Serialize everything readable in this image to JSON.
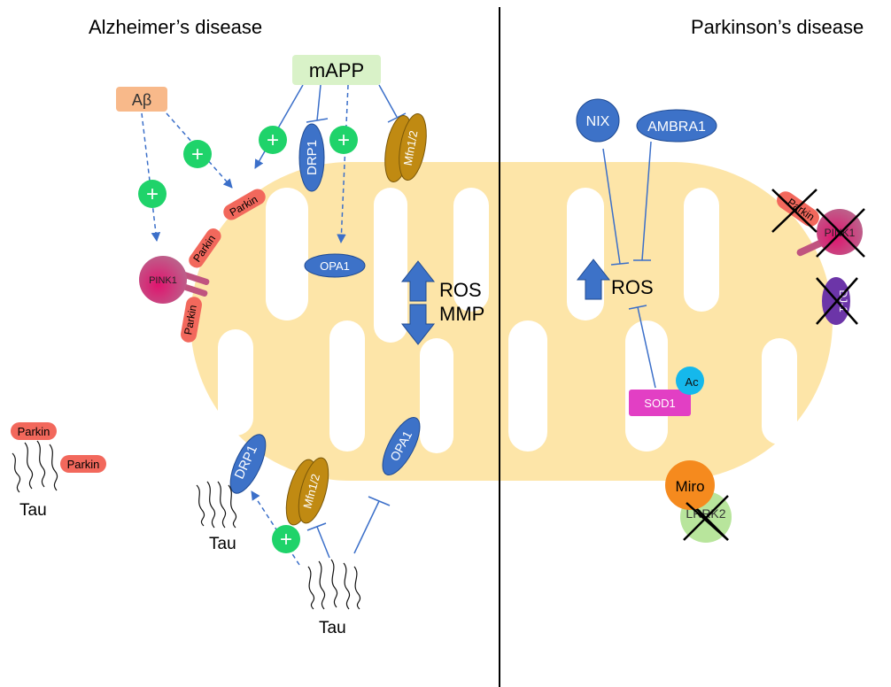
{
  "headings": {
    "left": "Alzheimer’s disease",
    "right": "Parkinson’s disease"
  },
  "alzheimers": {
    "mapp": "mAPP",
    "abeta": "Aβ",
    "plus": "+",
    "drp1": "DRP1",
    "mfn": "Mfn1/2",
    "opa1": "OPA1",
    "pink1": "PINK1",
    "parkin": "Parkin",
    "ros": "ROS",
    "mmp": "MMP",
    "tau": "Tau"
  },
  "parkinsons": {
    "nix": "NIX",
    "ambra1": "AMBRA1",
    "ros": "ROS",
    "sod1": "SOD1",
    "ac": "Ac",
    "miro": "Miro",
    "lrrk2": "LRRK2",
    "pink1": "PINK1",
    "parkin": "Parkin",
    "dj1": "DJ-1"
  },
  "colors": {
    "mito": "#fde5a8",
    "blue_protein": "#3d72c8",
    "gold_protein": "#c08a12",
    "parkin": "#f2685c",
    "pink1": "#c0547f",
    "plus_green": "#1fd36a",
    "mapp_box": "#d9f2c8",
    "abeta_box": "#f8b98a",
    "sod1": "#e23fc4",
    "ac": "#15b8ec",
    "miro": "#f58a1e",
    "lrrk2": "#b8e59c",
    "dj1": "#6c35a8",
    "arrow": "#3b6fc9"
  }
}
